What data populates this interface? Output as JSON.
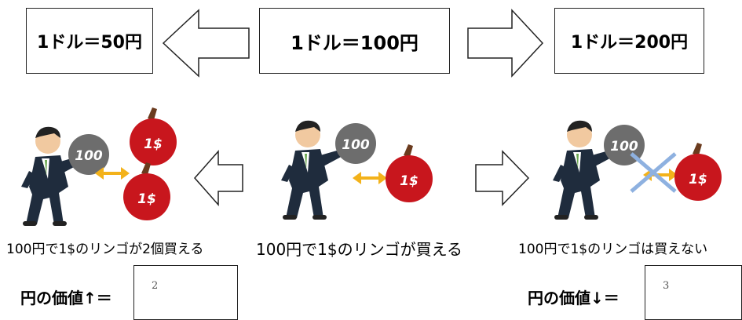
{
  "rates": {
    "left": "1ドル＝50円",
    "middle": "1ドル＝100円",
    "right": "1ドル＝200円"
  },
  "coin_label": "100",
  "apple_label": "1$",
  "captions": {
    "left": "100円で1$のリンゴが2個買える",
    "middle": "100円で1$のリンゴが買える",
    "right": "100円で1$のリンゴは買えない"
  },
  "yen_value": {
    "up_label": "円の価値↑＝",
    "down_label": "円の価値↓＝",
    "up_answer": "2",
    "down_answer": "3"
  },
  "colors": {
    "apple": "#c8161d",
    "coin": "#6d6d6d",
    "exchange_arrow": "#f3b21a",
    "cross": "#8eb1e0",
    "suit": "#1f2c3d"
  }
}
